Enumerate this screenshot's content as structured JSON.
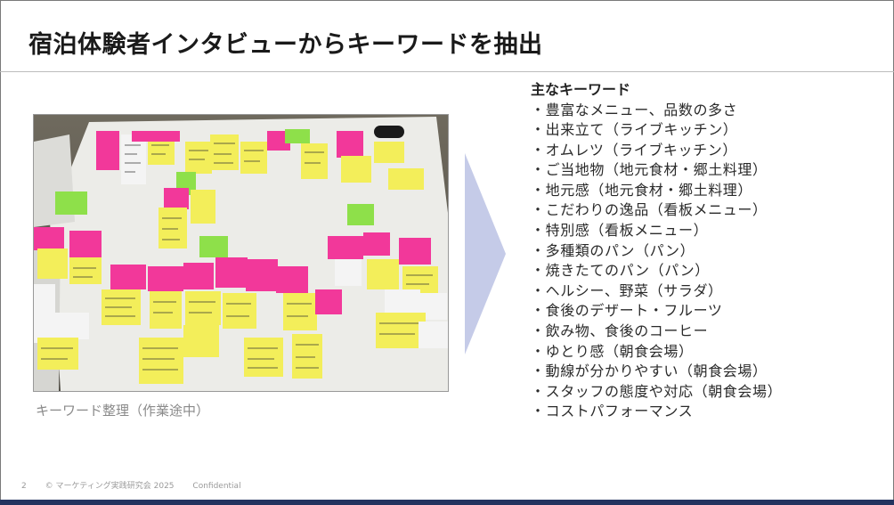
{
  "slide": {
    "title": "宿泊体験者インタビューからキーワードを抽出",
    "photo_caption": "キーワード整理（作業途中）",
    "footer": {
      "page_number": "2",
      "copyright": "© マーケティング実践研究会 2025",
      "label": "Confidential"
    }
  },
  "keywords": {
    "heading": "主なキーワード",
    "items": [
      "・豊富なメニュー、品数の多さ",
      "・出来立て（ライブキッチン）",
      "・オムレツ（ライブキッチン）",
      "・ご当地物（地元食材・郷土料理）",
      "・地元感（地元食材・郷土料理）",
      "・こだわりの逸品（看板メニュー）",
      "・特別感（看板メニュー）",
      "・多種類のパン（パン）",
      "・焼きたてのパン（パン）",
      "・ヘルシー、野菜（サラダ）",
      "・食後のデザート・フルーツ",
      "・飲み物、食後のコーヒー",
      "・ゆとり感（朝食会場）",
      "・動線が分かりやすい（朝食会場）",
      "・スタッフの態度や対応（朝食会場）",
      "・コストパフォーマンス"
    ]
  },
  "colors": {
    "accent_bar": "#23335f",
    "arrow": "#c5cbe8",
    "note_yellow": "#f3ee5a",
    "note_pink": "#f2389a",
    "note_green": "#8ee04a"
  }
}
